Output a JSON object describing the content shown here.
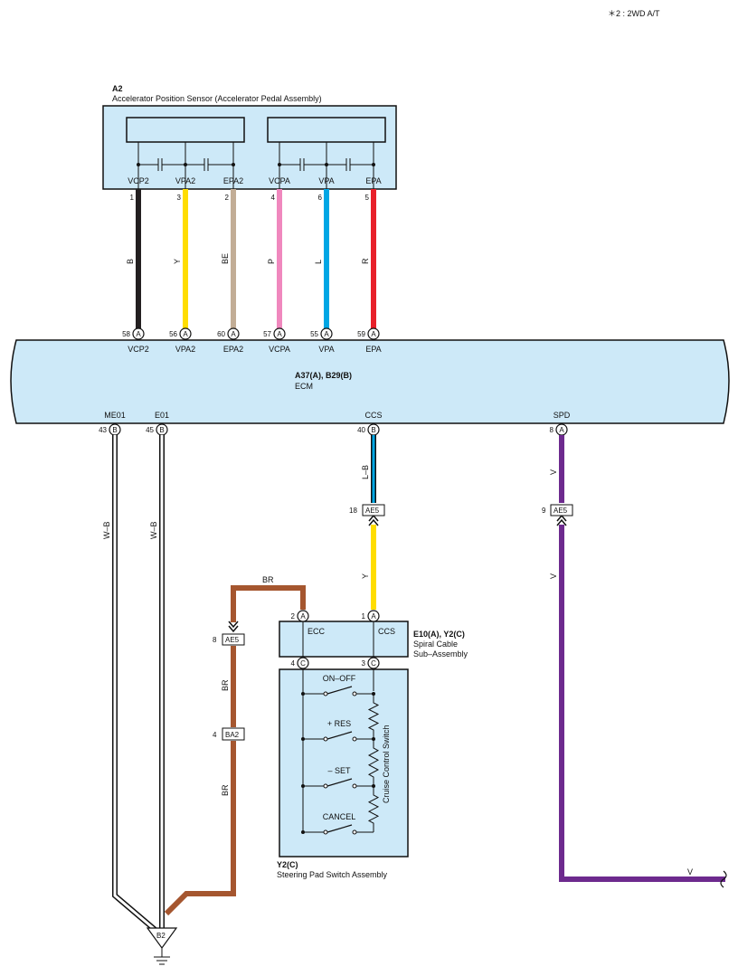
{
  "note": "＊2 : 2WD A/T",
  "sensor": {
    "ref": "A2",
    "name": "Accelerator Position Sensor (Accelerator Pedal Assembly)",
    "terminals": [
      "VCP2",
      "VPA2",
      "EPA2",
      "VCPA",
      "VPA",
      "EPA"
    ],
    "pins": [
      "1",
      "3",
      "2",
      "4",
      "6",
      "5"
    ]
  },
  "wires_top": [
    {
      "color_code": "B",
      "hex": "#231f20"
    },
    {
      "color_code": "Y",
      "hex": "#ffdd00"
    },
    {
      "color_code": "BE",
      "hex": "#c2ad96"
    },
    {
      "color_code": "P",
      "hex": "#f088be"
    },
    {
      "color_code": "L",
      "hex": "#00a6e4"
    },
    {
      "color_code": "R",
      "hex": "#e8202a"
    }
  ],
  "ecm": {
    "ref": "A37(A), B29(B)",
    "name": "ECM",
    "top_pins": [
      "58",
      "56",
      "60",
      "57",
      "55",
      "59"
    ],
    "top_connector": "A",
    "top_labels": [
      "VCP2",
      "VPA2",
      "EPA2",
      "VCPA",
      "VPA",
      "EPA"
    ],
    "bottom": [
      {
        "label": "ME01",
        "pin": "43",
        "conn": "B"
      },
      {
        "label": "E01",
        "pin": "45",
        "conn": "B"
      },
      {
        "label": "CCS",
        "pin": "40",
        "conn": "B"
      },
      {
        "label": "SPD",
        "pin": "8",
        "conn": "A"
      }
    ]
  },
  "wire_codes": {
    "wb1": "W–B",
    "wb2": "W–B",
    "lb": "L–B",
    "y": "Y",
    "v_upper": "V",
    "v_lower": "V",
    "v_bottom": "V",
    "br_top": "BR",
    "br_mid": "BR",
    "br_low": "BR"
  },
  "inline_connectors": [
    {
      "pin": "18",
      "name": "AE5"
    },
    {
      "pin": "9",
      "name": "AE5"
    },
    {
      "pin": "8",
      "name": "AE5"
    },
    {
      "pin": "4",
      "name": "BA2"
    }
  ],
  "spiral": {
    "ref": "E10(A), Y2(C)",
    "name": "Spiral Cable",
    "name2": "Sub–Assembly",
    "terminals": [
      "ECC",
      "CCS"
    ],
    "top_pins": [
      "2",
      "1"
    ],
    "top_conn": "A",
    "bottom_pins": [
      "4",
      "3"
    ],
    "bottom_conn": "C"
  },
  "steering": {
    "ref": "Y2(C)",
    "name": "Steering Pad Switch Assembly",
    "switches": [
      "ON–OFF",
      "+ RES",
      "– SET",
      "CANCEL"
    ],
    "resistor_label": "Cruise Control Switch"
  },
  "ground": {
    "name": "B2"
  },
  "colors": {
    "fill": "#cde9f8",
    "wb": "#ffffff",
    "lb": "#00a6e4",
    "y": "#ffdd00",
    "v": "#6d2a8e",
    "br": "#a5562f"
  }
}
